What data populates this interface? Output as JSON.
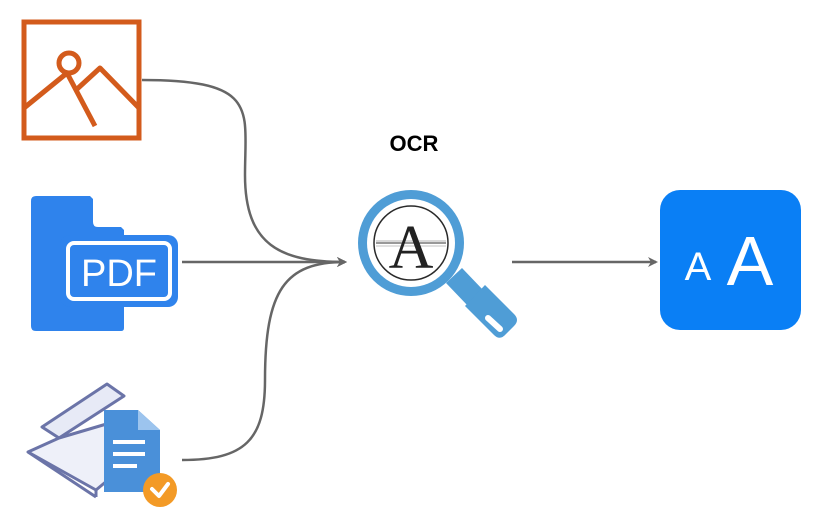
{
  "ocr_label": "OCR",
  "pdf_label": "PDF",
  "output_glyph_small": "A",
  "output_glyph_large": "A",
  "lens_glyph": "A",
  "inputs": [
    {
      "name": "image-file",
      "icon": "image-icon"
    },
    {
      "name": "pdf-file",
      "icon": "pdf-file-icon"
    },
    {
      "name": "scanned-document",
      "icon": "scanner-icon"
    }
  ],
  "process": {
    "icon": "magnifying-glass-icon"
  },
  "output": {
    "icon": "text-font-icon"
  },
  "colors": {
    "image_icon": "#d35b1c",
    "pdf_blue": "#2f83ec",
    "magnifier_blue": "#4f9dd6",
    "output_blue": "#0a7ff5",
    "connector": "#666666",
    "scanner_outline": "#6b74a8",
    "doc_blue": "#4a90d9",
    "check_orange": "#f39a26"
  }
}
